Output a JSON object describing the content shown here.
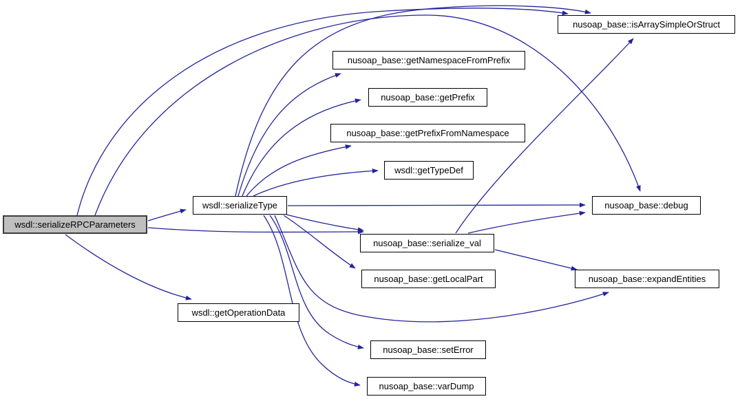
{
  "diagram": {
    "type": "doxygen-call-graph",
    "root": "wsdl::serializeRPCParameters",
    "colors": {
      "edge": "#23239a",
      "node_fill": "#ffffff",
      "node_border": "#000000",
      "root_fill": "#bfbfbf",
      "background": "#ffffff",
      "text": "#000000"
    },
    "nodes": [
      {
        "id": "serializeRPCParameters",
        "label": "wsdl::serializeRPCParameters",
        "highlighted": true
      },
      {
        "id": "serializeType",
        "label": "wsdl::serializeType",
        "highlighted": false
      },
      {
        "id": "getNamespaceFromPrefix",
        "label": "nusoap_base::getNamespaceFromPrefix",
        "highlighted": false
      },
      {
        "id": "getPrefix",
        "label": "nusoap_base::getPrefix",
        "highlighted": false
      },
      {
        "id": "getPrefixFromNamespace",
        "label": "nusoap_base::getPrefixFromNamespace",
        "highlighted": false
      },
      {
        "id": "getTypeDef",
        "label": "wsdl::getTypeDef",
        "highlighted": false
      },
      {
        "id": "isArraySimpleOrStruct",
        "label": "nusoap_base::isArraySimpleOrStruct",
        "highlighted": false
      },
      {
        "id": "debug",
        "label": "nusoap_base::debug",
        "highlighted": false
      },
      {
        "id": "serialize_val",
        "label": "nusoap_base::serialize_val",
        "highlighted": false
      },
      {
        "id": "getLocalPart",
        "label": "nusoap_base::getLocalPart",
        "highlighted": false
      },
      {
        "id": "expandEntities",
        "label": "nusoap_base::expandEntities",
        "highlighted": false
      },
      {
        "id": "getOperationData",
        "label": "wsdl::getOperationData",
        "highlighted": false
      },
      {
        "id": "setError",
        "label": "nusoap_base::setError",
        "highlighted": false
      },
      {
        "id": "varDump",
        "label": "nusoap_base::varDump",
        "highlighted": false
      }
    ],
    "edges": [
      {
        "from": "serializeRPCParameters",
        "to": "serializeType"
      },
      {
        "from": "serializeRPCParameters",
        "to": "isArraySimpleOrStruct"
      },
      {
        "from": "serializeRPCParameters",
        "to": "debug"
      },
      {
        "from": "serializeRPCParameters",
        "to": "getOperationData"
      },
      {
        "from": "serializeRPCParameters",
        "to": "serialize_val"
      },
      {
        "from": "serializeType",
        "to": "getNamespaceFromPrefix"
      },
      {
        "from": "serializeType",
        "to": "getPrefix"
      },
      {
        "from": "serializeType",
        "to": "getPrefixFromNamespace"
      },
      {
        "from": "serializeType",
        "to": "getTypeDef"
      },
      {
        "from": "serializeType",
        "to": "isArraySimpleOrStruct"
      },
      {
        "from": "serializeType",
        "to": "debug"
      },
      {
        "from": "serializeType",
        "to": "serialize_val"
      },
      {
        "from": "serializeType",
        "to": "getLocalPart"
      },
      {
        "from": "serializeType",
        "to": "setError"
      },
      {
        "from": "serializeType",
        "to": "varDump"
      },
      {
        "from": "serializeType",
        "to": "expandEntities"
      },
      {
        "from": "serialize_val",
        "to": "isArraySimpleOrStruct"
      },
      {
        "from": "serialize_val",
        "to": "debug"
      },
      {
        "from": "serialize_val",
        "to": "expandEntities"
      }
    ]
  }
}
